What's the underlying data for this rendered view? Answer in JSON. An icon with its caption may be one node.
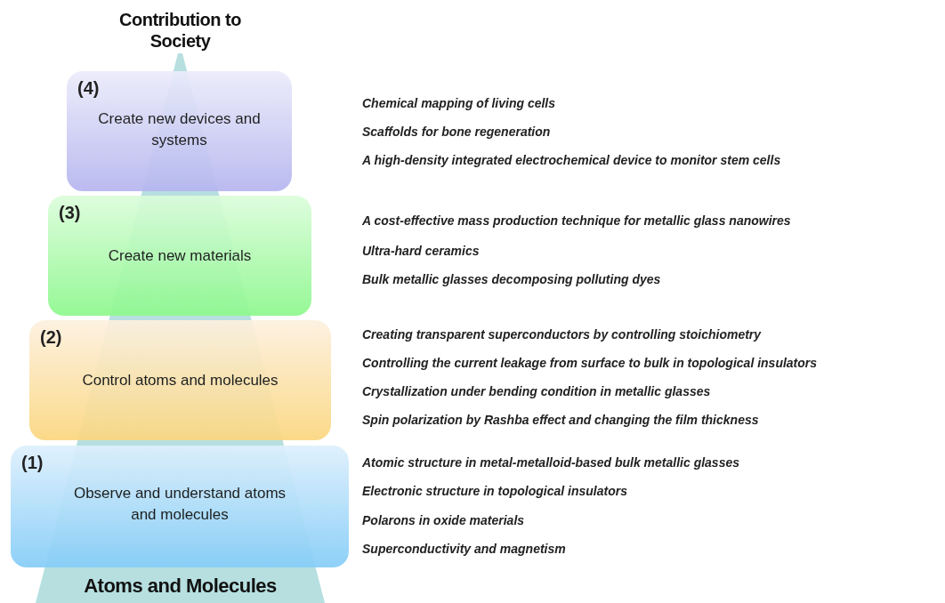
{
  "diagram": {
    "labels": [
      "Contribution to Society",
      "Atoms and Molecules"
    ],
    "nodes": [
      {
        "text": [
          "(4)",
          "Create new devices and systems"
        ],
        "beside": [
          "Chemical mapping of living cells",
          "Scaffolds for bone regeneration",
          "A high-density integrated electrochemical device to monitor stem cells"
        ]
      },
      {
        "text": [
          "(3)",
          "Create new materials"
        ],
        "beside": [
          "A cost-effective mass production technique for metallic glass nanowires",
          "Ultra-hard ceramics",
          "Bulk metallic glasses decomposing polluting dyes"
        ]
      },
      {
        "text": [
          "(2)",
          "Control atoms and molecules"
        ],
        "beside": [
          "Creating transparent superconductors by controlling stoichiometry",
          "Controlling the current leakage from surface to bulk in topological insulators",
          "Crystallization under bending condition in metallic glasses",
          "Spin polarization by Rashba effect and changing the film thickness"
        ]
      },
      {
        "text": [
          "(1)",
          "Observe and understand atoms and molecules"
        ],
        "beside": [
          "Atomic structure in metal-metalloid-based bulk metallic glasses",
          "Electronic structure in topological insulators",
          "Polarons in oxide materials",
          "Superconductivity and magnetism"
        ]
      }
    ]
  }
}
